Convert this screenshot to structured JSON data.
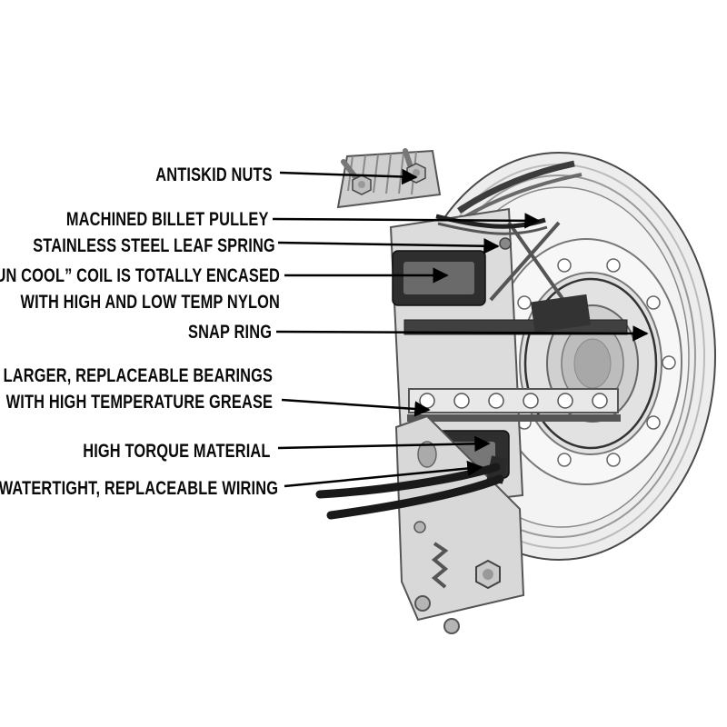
{
  "page": {
    "background": "#ffffff",
    "description_domain": "diagram"
  },
  "colors": {
    "text": "#0a0a0a",
    "leader_line": "#000000",
    "metal_light": "#ededed",
    "metal_mid": "#d8d8d8",
    "metal_dark": "#2e2e2e",
    "wire": "#1a1a1a"
  },
  "labels": [
    {
      "id": "antiskid-nuts",
      "lines": [
        "ANTISKID NUTS"
      ]
    },
    {
      "id": "machined-billet-pulley",
      "lines": [
        "MACHINED BILLET PULLEY"
      ]
    },
    {
      "id": "stainless-steel-leaf-spring",
      "lines": [
        "STAINLESS STEEL LEAF SPRING"
      ]
    },
    {
      "id": "run-cool-coil",
      "lines": [
        "“RUN COOL” COIL IS TOTALLY ENCASED",
        "WITH HIGH AND LOW TEMP NYLON"
      ]
    },
    {
      "id": "snap-ring",
      "lines": [
        "SNAP RING"
      ]
    },
    {
      "id": "bearings",
      "lines": [
        "LARGER, REPLACEABLE BEARINGS",
        "WITH HIGH TEMPERATURE GREASE"
      ]
    },
    {
      "id": "high-torque-material",
      "lines": [
        "HIGH TORQUE MATERIAL"
      ]
    },
    {
      "id": "watertight-wiring",
      "lines": [
        "WATERTIGHT, REPLACEABLE WIRING"
      ]
    }
  ]
}
